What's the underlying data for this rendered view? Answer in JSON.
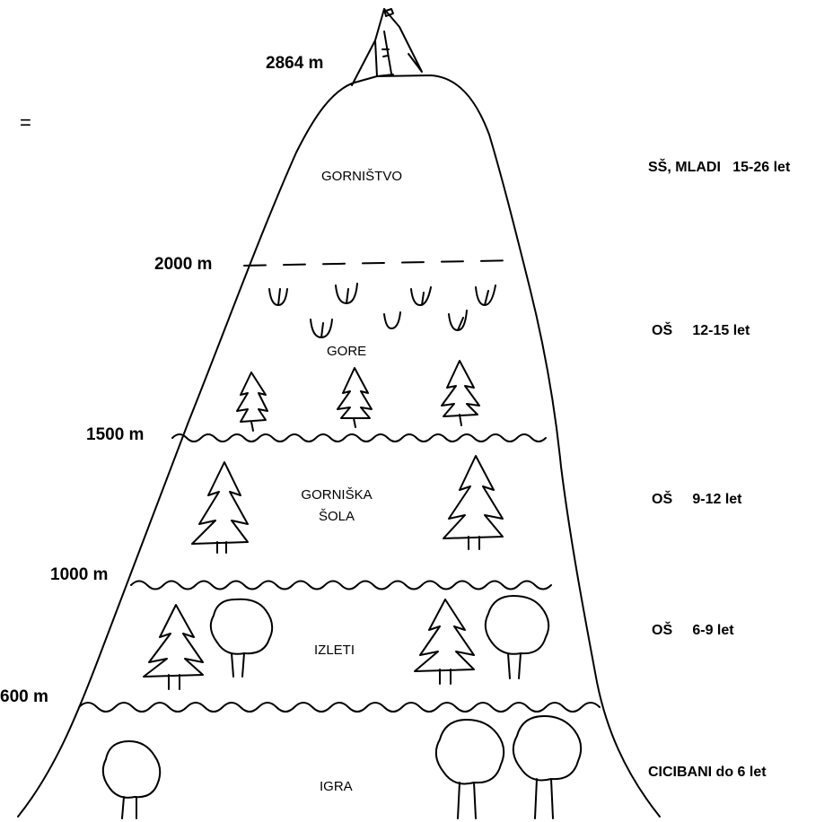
{
  "stray_mark": "=",
  "altitudes": {
    "summit": "2864 m",
    "a2000": "2000 m",
    "a1500": "1500 m",
    "a1000": "1000 m",
    "a600": "600 m"
  },
  "zones": {
    "gornistvo": "GORNIŠTVO",
    "gore": "GORE",
    "gorniska_line1": "GORNIŠKA",
    "gorniska_line2": "ŠOLA",
    "izleti": "IZLETI",
    "igra": "IGRA"
  },
  "age_groups": {
    "g1": "SŠ, MLADI   15-26 let",
    "g2": "OŠ     12-15 let",
    "g3": "OŠ     9-12 let",
    "g4": "OŠ     6-9 let",
    "g5": "CICIBANI do 6 let"
  },
  "colors": {
    "ink": "#000000",
    "paper": "#ffffff"
  }
}
